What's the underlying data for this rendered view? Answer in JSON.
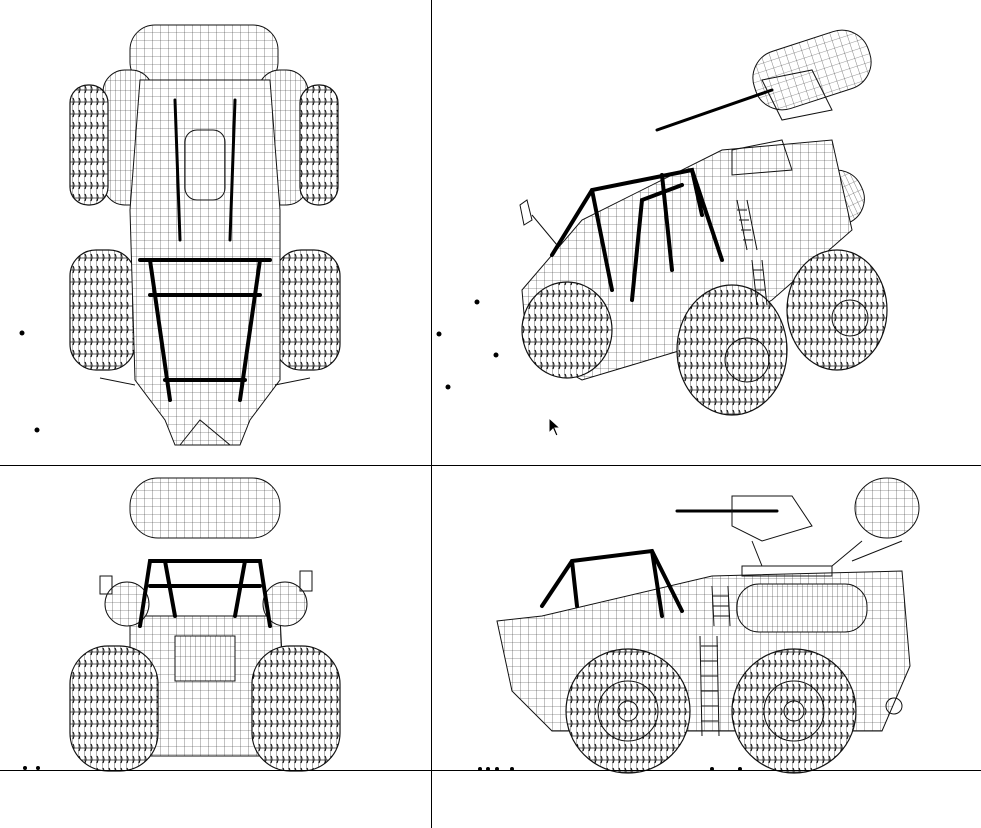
{
  "viewports": [
    {
      "id": "top",
      "label": ""
    },
    {
      "id": "perspective",
      "label": ""
    },
    {
      "id": "front",
      "label": ""
    },
    {
      "id": "side",
      "label": ""
    }
  ],
  "colors": {
    "background": "#ffffff",
    "wireframe": "#111111",
    "divider": "#000000"
  },
  "icons": {
    "cursor": "mouse-pointer-icon"
  }
}
